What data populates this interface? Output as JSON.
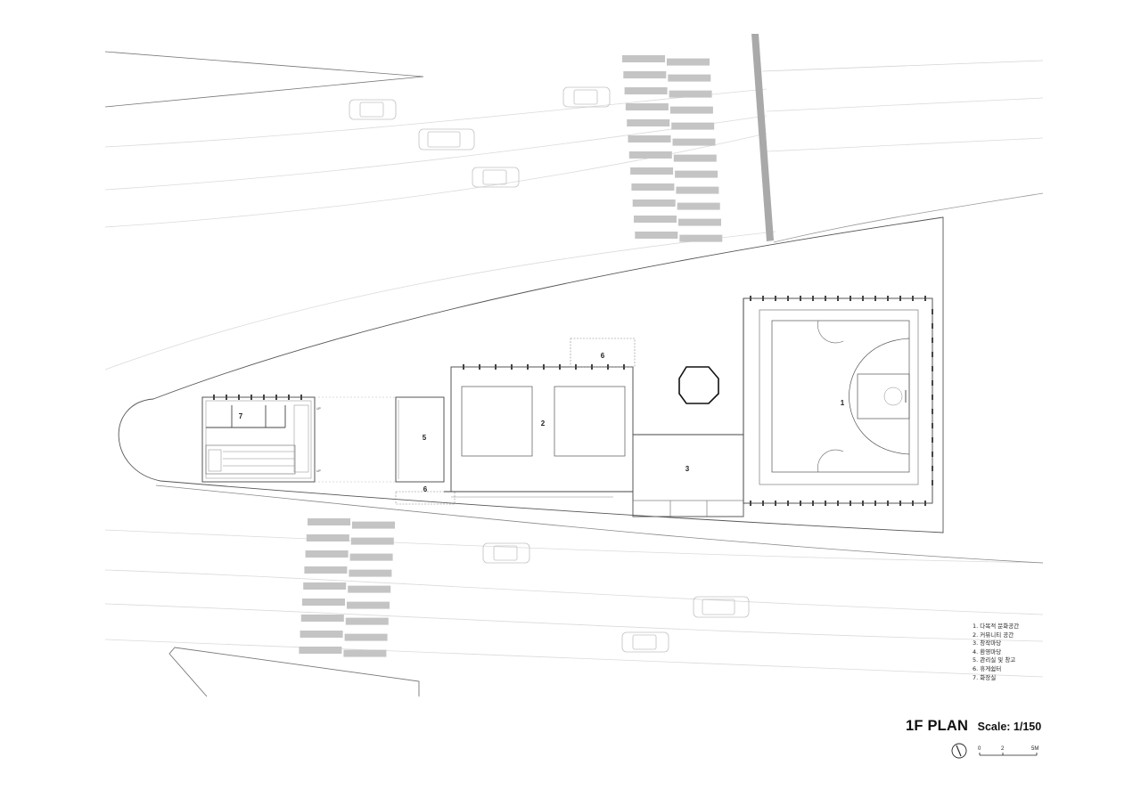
{
  "title": "1F PLAN",
  "scale_text": "Scale: 1/150",
  "scale_bar": {
    "ticks": [
      "0",
      "2",
      "5M"
    ]
  },
  "rooms": [
    {
      "number": "1"
    },
    {
      "number": "2"
    },
    {
      "number": "3"
    },
    {
      "number": "5"
    },
    {
      "number": "6"
    },
    {
      "number": "6"
    },
    {
      "number": "7"
    }
  ],
  "legend": [
    "1. 다목적 문화공간",
    "2. 커뮤니티 공간",
    "3. 창작마당",
    "4. 환영마당",
    "5. 관리실 및 창고",
    "6. 휴게쉼터",
    "7. 화장실"
  ],
  "small_labels": {
    "up_a": "UP",
    "up_b": "UP"
  },
  "icons": [
    "north-arrow-icon",
    "car-icon",
    "crosswalk",
    "basketball-court"
  ],
  "colors": {
    "line": "#555555",
    "road_line": "#c8c8c8",
    "crosswalk": "#c4c4c4",
    "text": "#222222"
  }
}
